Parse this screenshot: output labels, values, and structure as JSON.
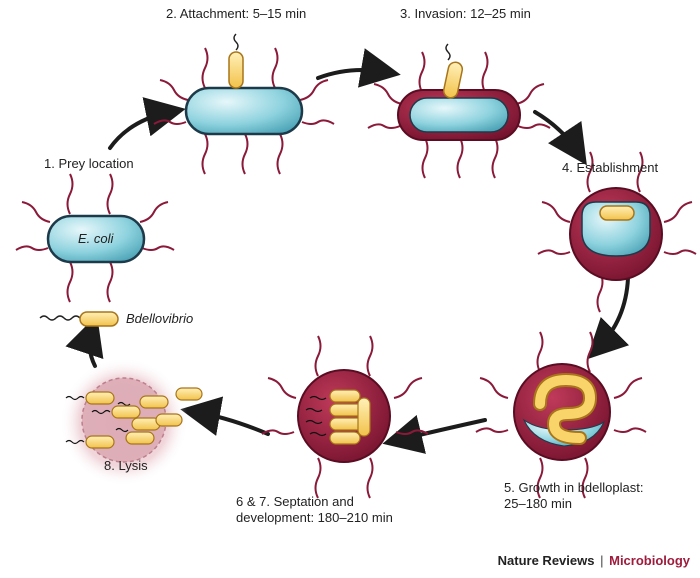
{
  "stages": {
    "prey_location": "1. Prey location",
    "attachment": "2. Attachment: 5–15 min",
    "invasion": "3. Invasion: 12–25 min",
    "establishment": "4. Establishment",
    "growth_line1": "5. Growth in bdelloplast:",
    "growth_line2": "25–180 min",
    "septation_line1": "6 & 7. Septation and",
    "septation_line2": "development: 180–210 min",
    "lysis": "8. Lysis"
  },
  "organisms": {
    "prey": "E. coli",
    "predator": "Bdellovibrio"
  },
  "credit": {
    "journal": "Nature Reviews",
    "separator": "|",
    "subject": "Microbiology"
  },
  "colors": {
    "cell_fill": "#8fd3df",
    "cell_outline": "#1d3a4a",
    "flagella": "#8b1a3a",
    "bdelloplast": "#8e1b3a",
    "predator_fill": "#f8d46a",
    "predator_outline": "#a8751a",
    "arrow": "#1c1c1c",
    "lysis_halo": "#d49aa5"
  }
}
